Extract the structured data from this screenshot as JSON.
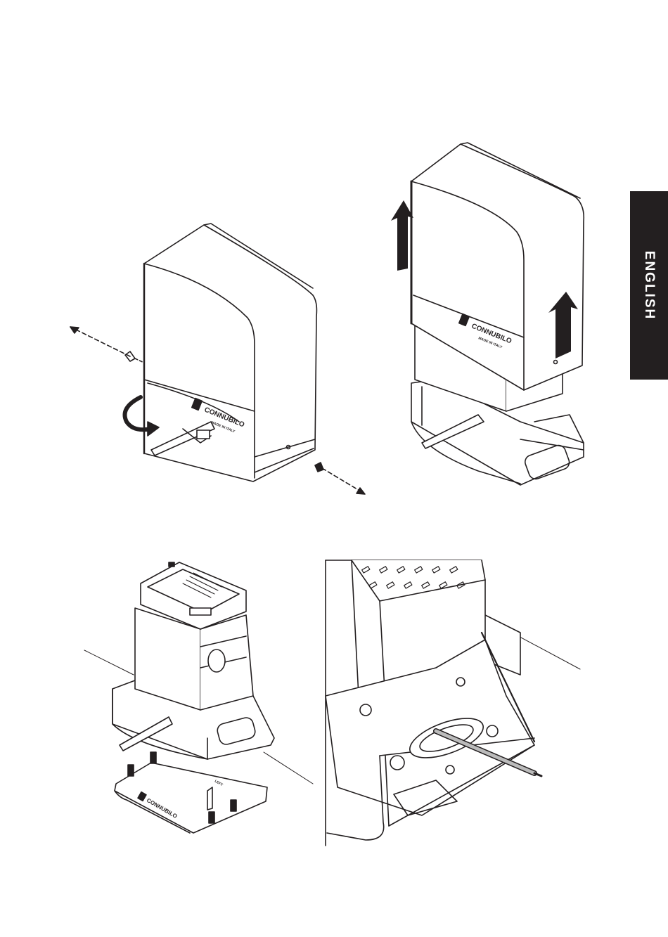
{
  "side_tab": {
    "label": "ENGLISH",
    "color": "#231f20"
  },
  "figures": [
    {
      "logo": "CONNUBILO",
      "sub": "MADE IN ITALY"
    },
    {
      "logo": "CONNUBILO",
      "sub": "MADE IN ITALY"
    },
    {
      "logo": "CONNUBILO",
      "plate_label": "LEFT"
    }
  ]
}
